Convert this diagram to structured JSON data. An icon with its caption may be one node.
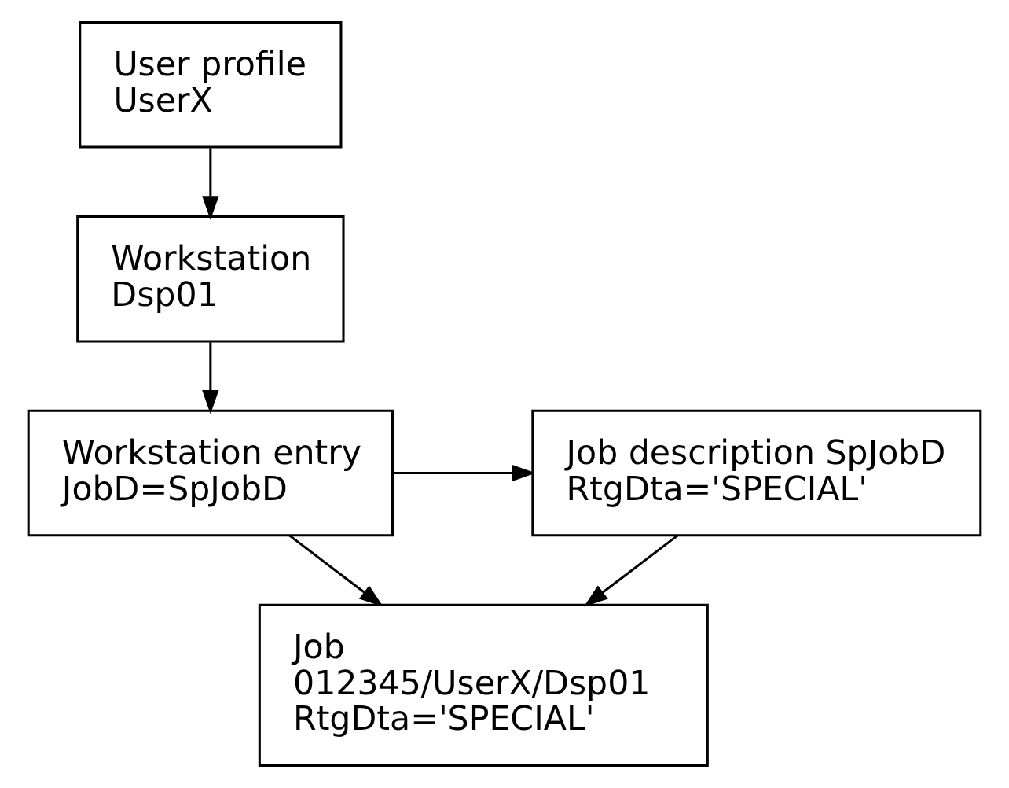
{
  "diagram": {
    "nodes": [
      {
        "text": [
          "User profile",
          "UserX"
        ]
      },
      {
        "text": [
          "Workstation",
          "Dsp01"
        ]
      },
      {
        "text": [
          "Workstation entry",
          "JobD=SpJobD"
        ]
      },
      {
        "text": [
          "Job description SpJobD",
          "RtgDta='SPECIAL'"
        ]
      },
      {
        "text": [
          "Job",
          "012345/UserX/Dsp01",
          "RtgDta='SPECIAL'"
        ]
      }
    ],
    "edges": [
      {
        "from": 0,
        "to": 1,
        "arrow": "to"
      },
      {
        "from": 1,
        "to": 2,
        "arrow": "to"
      },
      {
        "from": 2,
        "to": 3,
        "arrow": "to"
      },
      {
        "from": 2,
        "to": 4,
        "arrow": "to"
      },
      {
        "from": 3,
        "to": 4,
        "arrow": "to"
      }
    ]
  }
}
